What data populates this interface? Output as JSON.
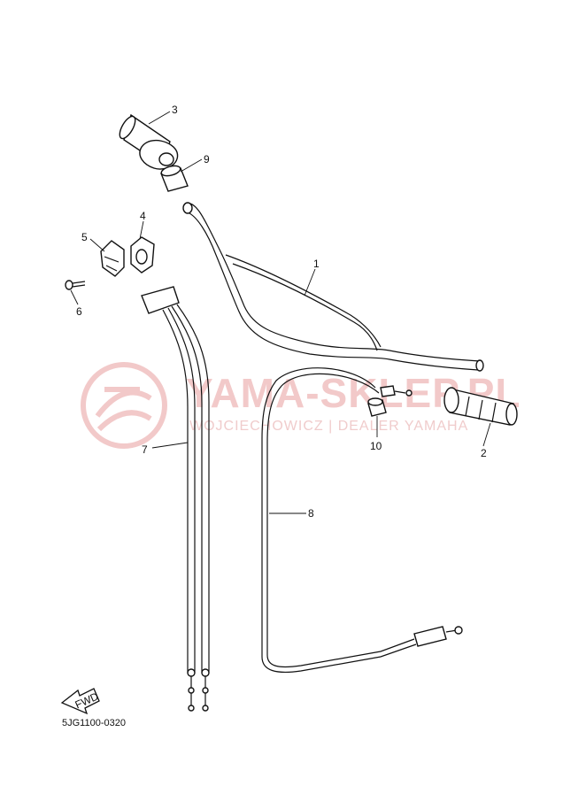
{
  "watermark": {
    "brand": "YAMA-SKLEP.PL",
    "tagline": "WOJCIECHOWICZ | DEALER YAMAHA"
  },
  "diagram_code": "5JG1100-0320",
  "fwd_label": "FWD",
  "callouts": [
    {
      "id": "1",
      "part": "handlebar"
    },
    {
      "id": "2",
      "part": "grip"
    },
    {
      "id": "3",
      "part": "throttle-grip"
    },
    {
      "id": "4",
      "part": "throttle-housing-cap"
    },
    {
      "id": "5",
      "part": "throttle-housing"
    },
    {
      "id": "6",
      "part": "screw"
    },
    {
      "id": "7",
      "part": "throttle-cable"
    },
    {
      "id": "8",
      "part": "clutch-cable"
    },
    {
      "id": "9",
      "part": "collar"
    },
    {
      "id": "10",
      "part": "cable-adjuster"
    }
  ],
  "colors": {
    "line": "#111111",
    "watermark": "#f2c9c9"
  }
}
